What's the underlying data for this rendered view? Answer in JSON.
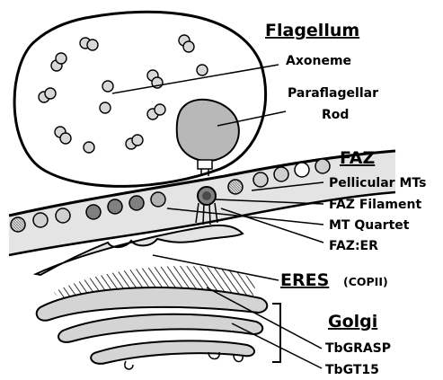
{
  "labels": {
    "flagellum": "Flagellum",
    "axoneme": "Axoneme",
    "paraflagellar_1": "Paraflagellar",
    "paraflagellar_2": "Rod",
    "faz": "FAZ",
    "pellicular": "Pellicular MTs",
    "faz_filament": "FAZ Filament",
    "mt_quartet": "MT Quartet",
    "faz_er": "FAZ:ER",
    "eres": "ERES",
    "copii": "(COPII)",
    "golgi": "Golgi",
    "tbgrasp": "TbGRASP",
    "tbgt15": "TbGT15"
  },
  "colors": {
    "flagellum_fill": "#ffffff",
    "rod_fill": "#b8b8b8",
    "membrane_fill": "#e4e4e4",
    "outline": "#000000",
    "mt_light": "#d0d0d0",
    "mt_dark": "#808080"
  }
}
